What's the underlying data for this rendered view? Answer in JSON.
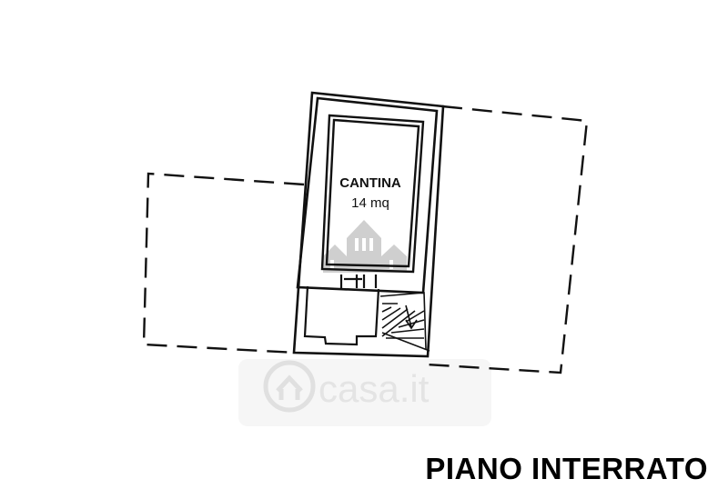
{
  "rooms": [
    {
      "name": "CANTINA",
      "area": "14 mq"
    }
  ],
  "floor_label": "PIANO INTERRATO",
  "watermark": {
    "text": "casa.it",
    "icon": "house-icon",
    "logo_icon": "buildings-logo-icon"
  },
  "colors": {
    "line": "#111111",
    "watermark": "#e4e4e4",
    "background": "#ffffff"
  }
}
